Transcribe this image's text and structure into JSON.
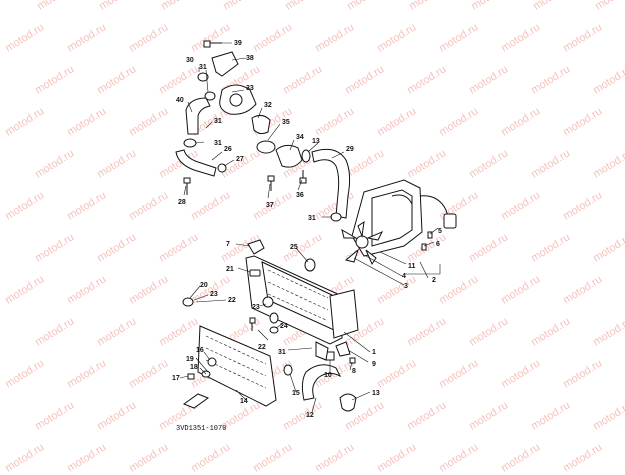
{
  "watermark": {
    "text": "motod.ru",
    "color": "#ec8f86"
  },
  "diagram_code": "3VD1351-1070",
  "callouts": [
    {
      "n": "39"
    },
    {
      "n": "38"
    },
    {
      "n": "30"
    },
    {
      "n": "31"
    },
    {
      "n": "33"
    },
    {
      "n": "40"
    },
    {
      "n": "32"
    },
    {
      "n": "31"
    },
    {
      "n": "35"
    },
    {
      "n": "31"
    },
    {
      "n": "34"
    },
    {
      "n": "13"
    },
    {
      "n": "29"
    },
    {
      "n": "26"
    },
    {
      "n": "27"
    },
    {
      "n": "28"
    },
    {
      "n": "36"
    },
    {
      "n": "37"
    },
    {
      "n": "31"
    },
    {
      "n": "5"
    },
    {
      "n": "6"
    },
    {
      "n": "7"
    },
    {
      "n": "25"
    },
    {
      "n": "11"
    },
    {
      "n": "4"
    },
    {
      "n": "2"
    },
    {
      "n": "3"
    },
    {
      "n": "21"
    },
    {
      "n": "20"
    },
    {
      "n": "23"
    },
    {
      "n": "22"
    },
    {
      "n": "23"
    },
    {
      "n": "24"
    },
    {
      "n": "22"
    },
    {
      "n": "1"
    },
    {
      "n": "31"
    },
    {
      "n": "16"
    },
    {
      "n": "9"
    },
    {
      "n": "19"
    },
    {
      "n": "18"
    },
    {
      "n": "10"
    },
    {
      "n": "8"
    },
    {
      "n": "17"
    },
    {
      "n": "15"
    },
    {
      "n": "13"
    },
    {
      "n": "14"
    },
    {
      "n": "12"
    }
  ]
}
